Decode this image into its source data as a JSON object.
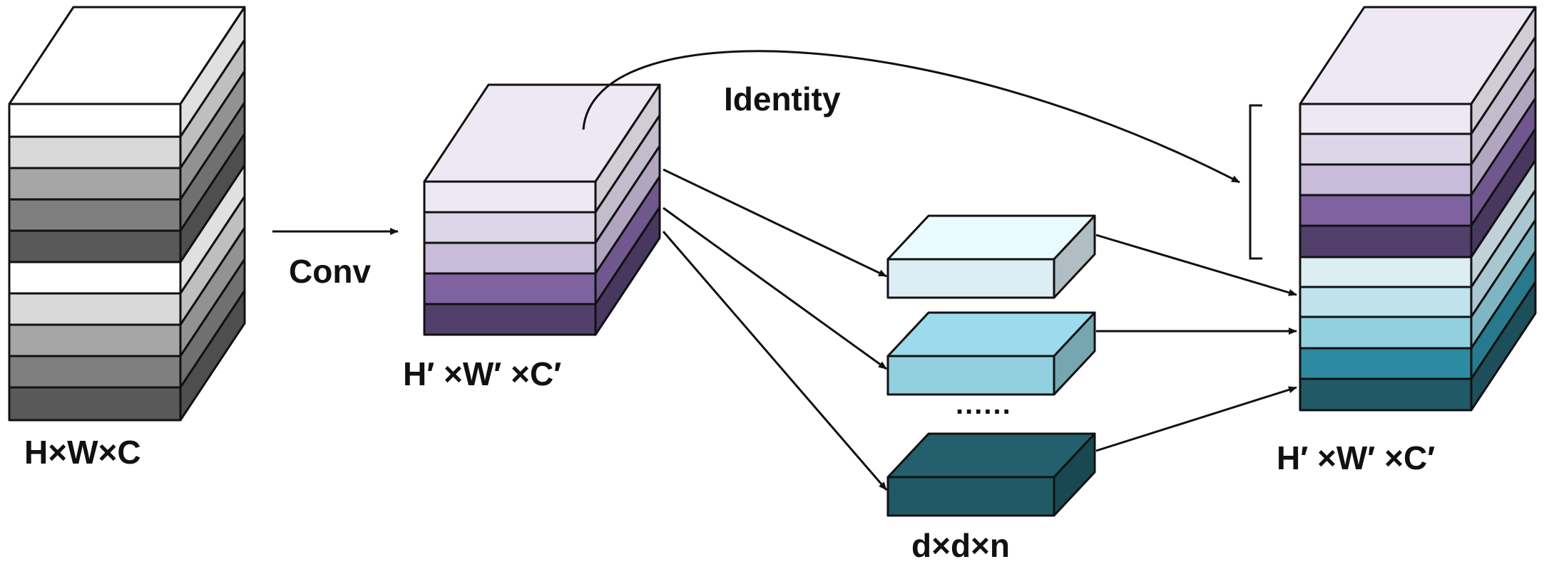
{
  "labels": {
    "input_dims": "H×W×C",
    "conv": "Conv",
    "mid_dims": "H′ ×W′ ×C′",
    "identity": "Identity",
    "ellipsis": "......",
    "branch_dims": "d×d×n",
    "output_dims": "H′ ×W′ ×C′"
  },
  "colors": {
    "stroke": "#111111",
    "input_layers": [
      "#ffffff",
      "#d9d9d9",
      "#a6a6a6",
      "#7f7f7f",
      "#595959",
      "#ffffff",
      "#d9d9d9",
      "#a6a6a6",
      "#7f7f7f",
      "#595959"
    ],
    "purple_layers": [
      "#ede8f3",
      "#ddd6e8",
      "#c9bcda",
      "#7f63a1",
      "#523f6b"
    ],
    "branch_light": "#dcedf4",
    "branch_mid": "#92cfdf",
    "branch_dark": "#215a67",
    "teal_layers": [
      "#dcedf4",
      "#bfe2ec",
      "#92cfdf",
      "#2e8aa0",
      "#215a67"
    ]
  }
}
